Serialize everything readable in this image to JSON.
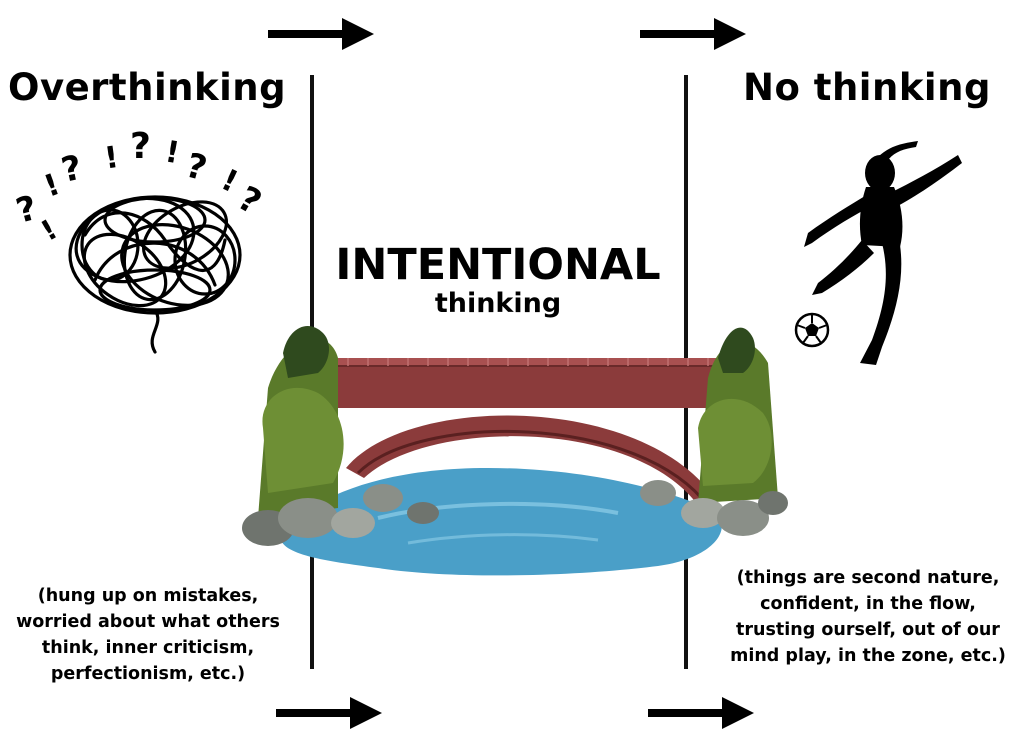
{
  "left": {
    "heading": "Overthinking",
    "desc_lines": [
      "(hung up on mistakes,",
      "worried about what others",
      "think, inner criticism,",
      "perfectionism, etc.)"
    ]
  },
  "center": {
    "title": "INTENTIONAL",
    "subtitle": "thinking"
  },
  "right": {
    "heading": "No thinking",
    "desc_lines": [
      "(things are second nature,",
      "confident, in the flow,",
      "trusting ourself, out of our",
      "mind play, in the zone, etc.)"
    ]
  },
  "icons": {
    "left_illustration": "tangled-thoughts-icon",
    "center_illustration": "bridge-over-river-illustration",
    "right_illustration": "soccer-player-silhouette-icon"
  },
  "colors": {
    "bridge": "#8b3b3b",
    "water": "#4a9fc8",
    "foliage": "#5a7a2a",
    "rock": "#8a8f88"
  }
}
